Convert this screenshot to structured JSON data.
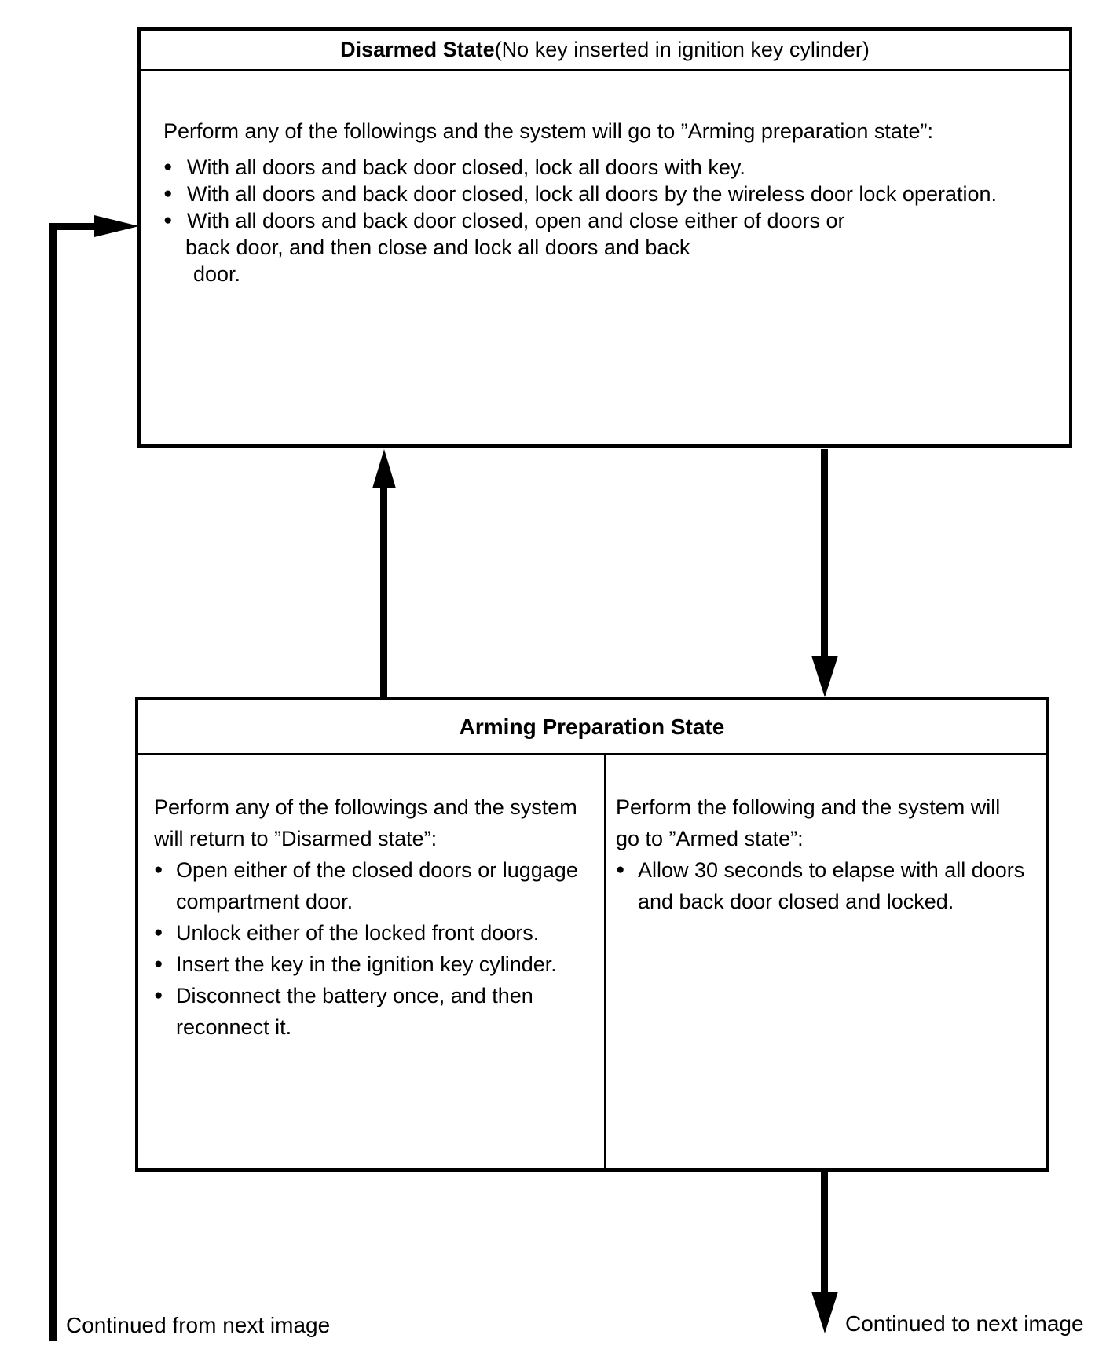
{
  "glyphs": {
    "bullet": "●"
  },
  "colors": {
    "ink": "#000000",
    "paper": "#ffffff"
  },
  "disarmed_box": {
    "title_bold": "Disarmed State",
    "title_rest": " (No key inserted in ignition key cylinder)",
    "intro": "Perform any of the followings and the system will go to ”Arming preparation state”:",
    "bullets": [
      [
        "With all doors and back door closed, lock all doors with key."
      ],
      [
        "With all doors and back door closed, lock all doors by the wireless door lock operation."
      ],
      [
        "With all doors and back door closed, open and close either of doors or",
        "back door, and then close and lock all doors and back",
        "door."
      ]
    ]
  },
  "arming_box": {
    "title": "Arming Preparation State",
    "left": {
      "intro": [
        "Perform any of the followings and the system",
        "will return to ”Disarmed state”:"
      ],
      "bullets": [
        [
          "Open either of the closed doors or luggage",
          "compartment door."
        ],
        [
          "Unlock either of the locked front doors."
        ],
        [
          "Insert the key in the ignition key cylinder."
        ],
        [
          "Disconnect the battery once, and then",
          "reconnect it."
        ]
      ]
    },
    "right": {
      "intro": [
        "Perform the following and the system will",
        "go to ”Armed state”:"
      ],
      "bullets": [
        [
          "Allow 30 seconds to elapse with all doors",
          "and back door closed and locked."
        ]
      ]
    }
  },
  "labels": {
    "continued_from": "Continued from next image",
    "continued_to": "Continued to next image"
  }
}
